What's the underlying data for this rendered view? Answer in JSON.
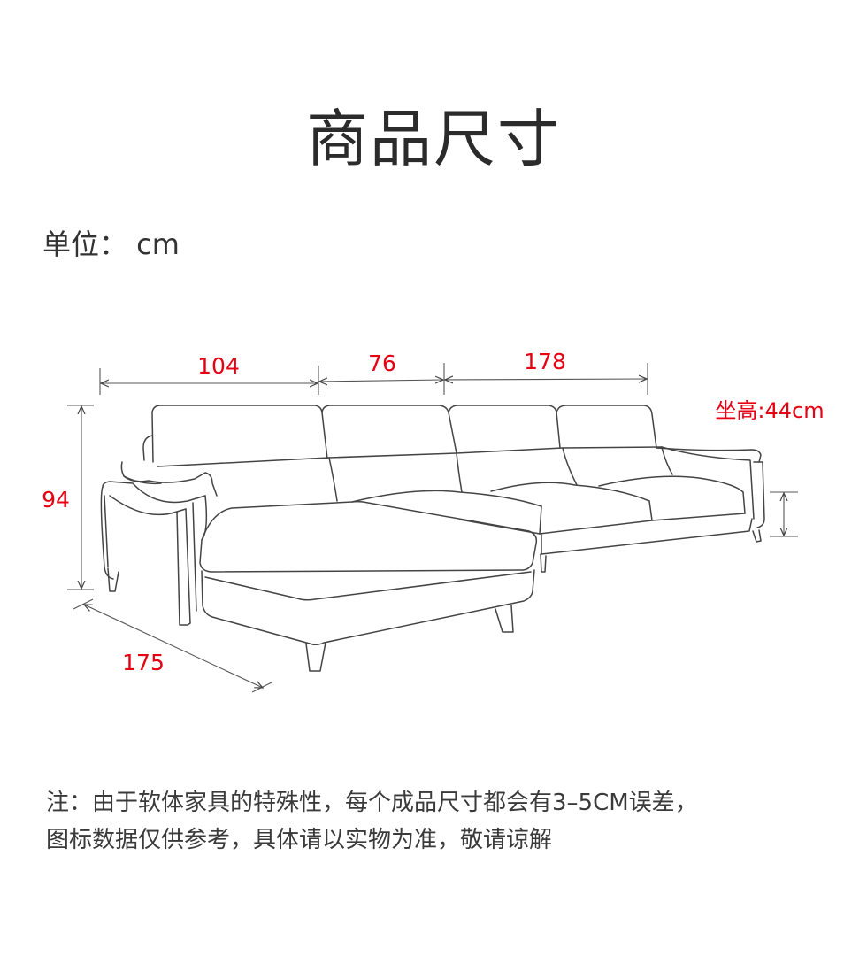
{
  "title": "商品尺寸",
  "unit_line": "单位： cm",
  "dimensions": {
    "width_left": "104",
    "width_middle": "76",
    "width_right": "178",
    "height": "94",
    "depth": "175",
    "seat_height": "坐高:44cm"
  },
  "note": {
    "line1": "注：由于软体家具的特殊性，每个成品尺寸都会有3–5CM误差，",
    "line2": "图标数据仅供参考，具体请以实物为准，敬请谅解"
  },
  "colors": {
    "dimension_text": "#e60012",
    "line_art": "#444444",
    "title_text": "#2b2b2b"
  }
}
